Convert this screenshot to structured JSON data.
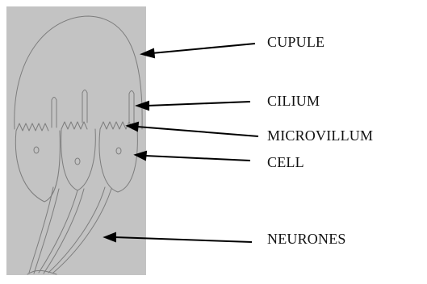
{
  "labels": {
    "cupule": "CUPULE",
    "cilium": "CILIUM",
    "microvillum": "MICROVILLUM",
    "cell": "CELL",
    "neurones": "NEURONES"
  }
}
